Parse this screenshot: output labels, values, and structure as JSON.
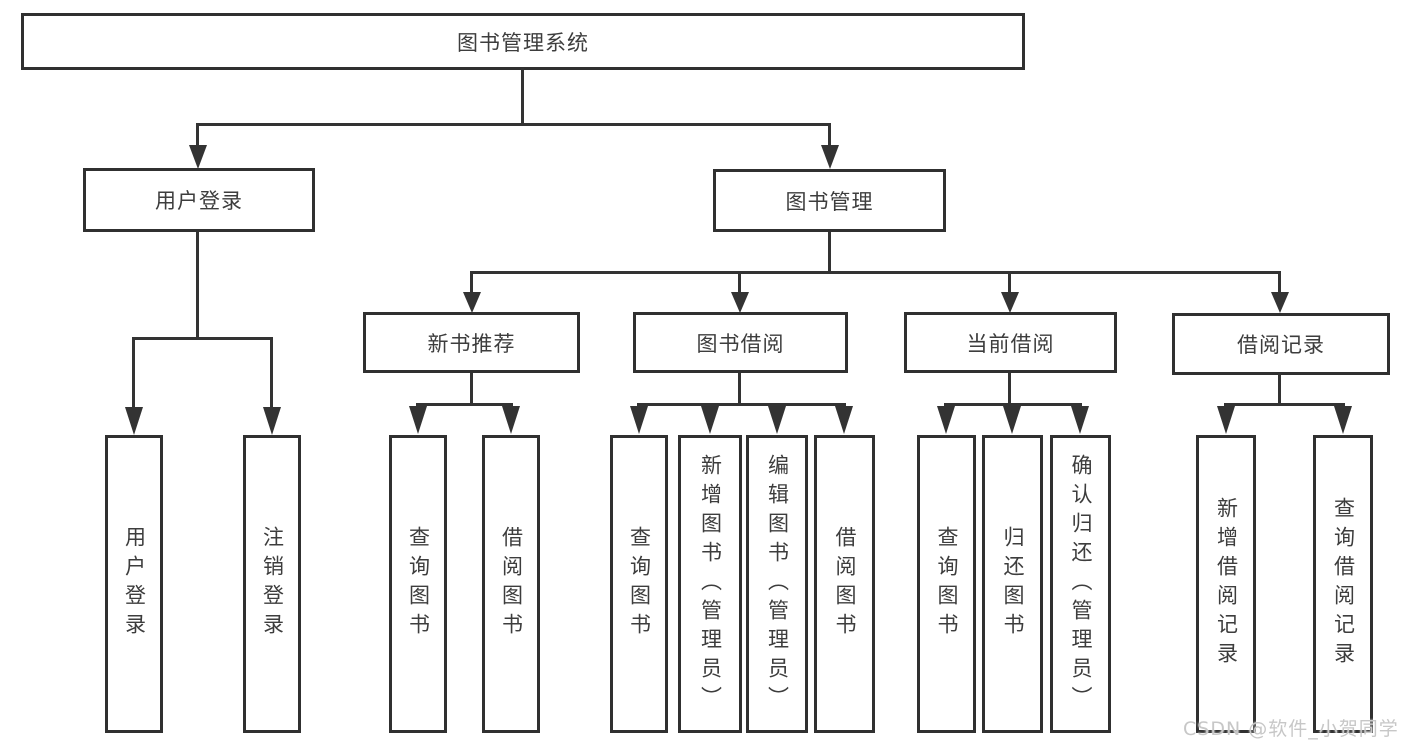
{
  "diagram": {
    "type": "tree",
    "title": "图书管理系统",
    "nodes": {
      "root": "图书管理系统",
      "user_login": "用户登录",
      "book_mgmt": "图书管理",
      "new_book_rec": "新书推荐",
      "book_borrow": "图书借阅",
      "current_borrow": "当前借阅",
      "borrow_records": "借阅记录",
      "leaf_user_login": "用户登录",
      "leaf_logout": "注销登录",
      "leaf_query_book_1": "查询图书",
      "leaf_borrow_book_1": "借阅图书",
      "leaf_query_book_2": "查询图书",
      "leaf_add_book": "新增图书（管理员）",
      "leaf_edit_book": "编辑图书（管理员）",
      "leaf_borrow_book_2": "借阅图书",
      "leaf_query_book_3": "查询图书",
      "leaf_return_book": "归还图书",
      "leaf_confirm_return": "确认归还（管理员）",
      "leaf_add_record": "新增借阅记录",
      "leaf_query_record": "查询借阅记录"
    },
    "edges": [
      [
        "图书管理系统",
        "用户登录"
      ],
      [
        "图书管理系统",
        "图书管理"
      ],
      [
        "用户登录",
        "用户登录"
      ],
      [
        "用户登录",
        "注销登录"
      ],
      [
        "图书管理",
        "新书推荐"
      ],
      [
        "图书管理",
        "图书借阅"
      ],
      [
        "图书管理",
        "当前借阅"
      ],
      [
        "图书管理",
        "借阅记录"
      ],
      [
        "新书推荐",
        "查询图书"
      ],
      [
        "新书推荐",
        "借阅图书"
      ],
      [
        "图书借阅",
        "查询图书"
      ],
      [
        "图书借阅",
        "新增图书（管理员）"
      ],
      [
        "图书借阅",
        "编辑图书（管理员）"
      ],
      [
        "图书借阅",
        "借阅图书"
      ],
      [
        "当前借阅",
        "查询图书"
      ],
      [
        "当前借阅",
        "归还图书"
      ],
      [
        "当前借阅",
        "确认归还（管理员）"
      ],
      [
        "借阅记录",
        "新增借阅记录"
      ],
      [
        "借阅记录",
        "查询借阅记录"
      ]
    ],
    "colors": {
      "line": "#333333",
      "box_border": "#303030",
      "box_fill": "#ffffff",
      "text": "#3d3d3d",
      "background": "#ffffff",
      "watermark": "#c7c7c7"
    }
  },
  "watermark": "CSDN @软件_小贺同学"
}
